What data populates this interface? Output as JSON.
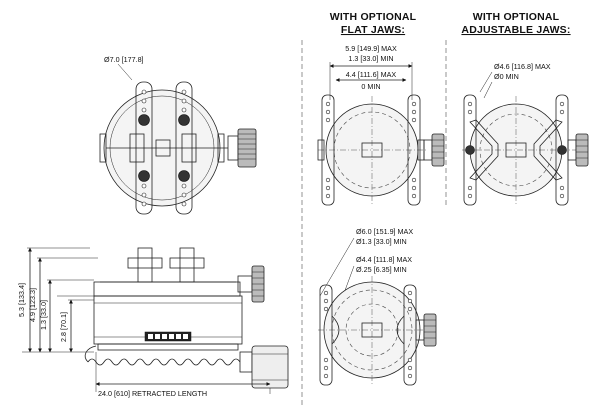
{
  "headings": {
    "flat_jaws_line1": "WITH OPTIONAL",
    "flat_jaws_line2": "FLAT JAWS:",
    "adjustable_jaws_line1": "WITH OPTIONAL",
    "adjustable_jaws_line2": "ADJUSTABLE JAWS:"
  },
  "top_view": {
    "diameter": "Ø7.0 [177.8]"
  },
  "flat_jaws": {
    "max_opening": "5.9 [149.9] MAX",
    "min_opening": "1.3 [33.0] MIN",
    "inner_max": "4.4 [111.6] MAX",
    "inner_min": "0 MIN"
  },
  "adjustable_jaws": {
    "max_diameter": "Ø4.6 [116.8] MAX",
    "min_diameter": "Ø0 MIN"
  },
  "round_jaws": {
    "outer_max": "Ø6.0 [151.9] MAX",
    "outer_min": "Ø1.3 [33.0] MIN",
    "inner_max": "Ø4.4 [111.8] MAX",
    "inner_min": "Ø.25 [6.35] MIN"
  },
  "side_view": {
    "height_total": "5.3 [133.4]",
    "height_jaw": "4.9 [123.3]",
    "height_mid": "1.3 [33.0]",
    "height_base": "2.8 [70.1]",
    "cable_length": "24.0 [610] RETRACTED LENGTH"
  }
}
